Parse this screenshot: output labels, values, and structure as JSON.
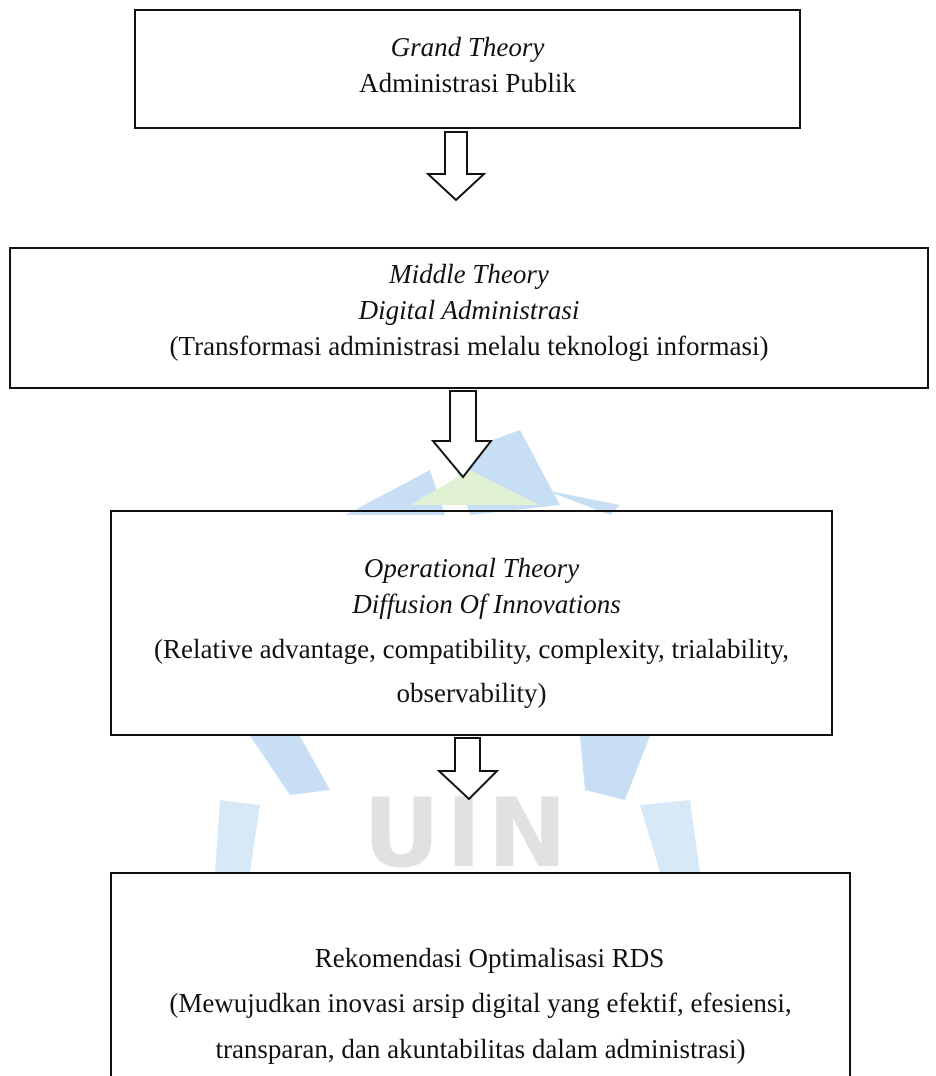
{
  "boxes": {
    "grand": {
      "heading": "Grand Theory",
      "body": "Administrasi Publik"
    },
    "middle": {
      "heading": "Middle Theory",
      "subheading": "Digital Administrasi",
      "body": "(Transformasi administrasi melalu teknologi informasi)"
    },
    "operational": {
      "heading": "Operational Theory",
      "subheading": "Diffusion Of Innovations",
      "body_line1": "(Relative advantage, compatibility, complexity, trialability,",
      "body_line2": "observability)"
    },
    "recommendation": {
      "heading": "Rekomendasi Optimalisasi  RDS",
      "body_line1": "(Mewujudkan inovasi arsip digital yang efektif, efesiensi,",
      "body_line2": "transparan, dan akuntabilitas dalam administrasi)"
    }
  },
  "watermark": {
    "text": "UIN",
    "colors": {
      "blue": "#7fb2e3",
      "green": "#bfe0a8",
      "text": "#c9c9c9"
    }
  }
}
